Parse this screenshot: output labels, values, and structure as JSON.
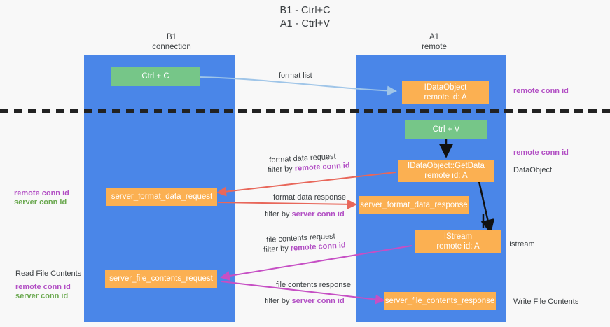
{
  "title": "B1 - Ctrl+C\nA1 - Ctrl+V",
  "columns": [
    {
      "name": "B1",
      "sub": "connection"
    },
    {
      "name": "A1",
      "sub": "remote"
    }
  ],
  "boxes": {
    "ctrl_c": "Ctrl + C",
    "ctrl_v": "Ctrl + V",
    "idataobject": "IDataObject\nremote id: A",
    "idataobject_getdata": "IDataObject::GetData\nremote id: A",
    "istream": "IStream\nremote id: A",
    "server_format_data_request": "server_format_data_request",
    "server_format_data_response": "server_format_data_response",
    "server_file_contents_request": "server_file_contents_request",
    "server_file_contents_response": "server_file_contents_response"
  },
  "edge_labels": {
    "format_list": "format list",
    "format_data_request": "format data request",
    "format_data_request_filter_prefix": "filter by ",
    "format_data_request_filter_key": "remote conn id",
    "format_data_response": "format data response",
    "format_data_response_filter_prefix": "filter by ",
    "format_data_response_filter_key": "server conn id",
    "file_contents_request": "file contents request",
    "file_contents_request_filter_prefix": "filter by ",
    "file_contents_request_filter_key": "remote conn id",
    "file_contents_response": "file contents response",
    "file_contents_response_filter_prefix": "filter by ",
    "file_contents_response_filter_key": "server conn id"
  },
  "side_labels": {
    "right_remote_conn_id_top": "remote conn id",
    "right_remote_conn_id_mid": "remote conn id",
    "right_dataobject": "DataObject",
    "right_istream": "Istream",
    "right_write_file_contents": "Write File Contents",
    "left_remote_conn_id": "remote conn id",
    "left_server_conn_id": "server conn id",
    "left_read_file_contents": "Read File Contents",
    "left_remote_conn_id_2": "remote conn id",
    "left_server_conn_id_2": "server conn id"
  },
  "colors": {
    "lane": "#4a86e8",
    "green_box": "#76c688",
    "orange_box": "#fbb052",
    "purple_text": "#b24fc4",
    "green_text": "#6aa84f",
    "red_arrow": "#e8675a",
    "magenta_arrow": "#c64fc4",
    "blue_arrow": "#9fc5e8",
    "black_arrow": "#111111",
    "background": "#f8f8f8"
  }
}
